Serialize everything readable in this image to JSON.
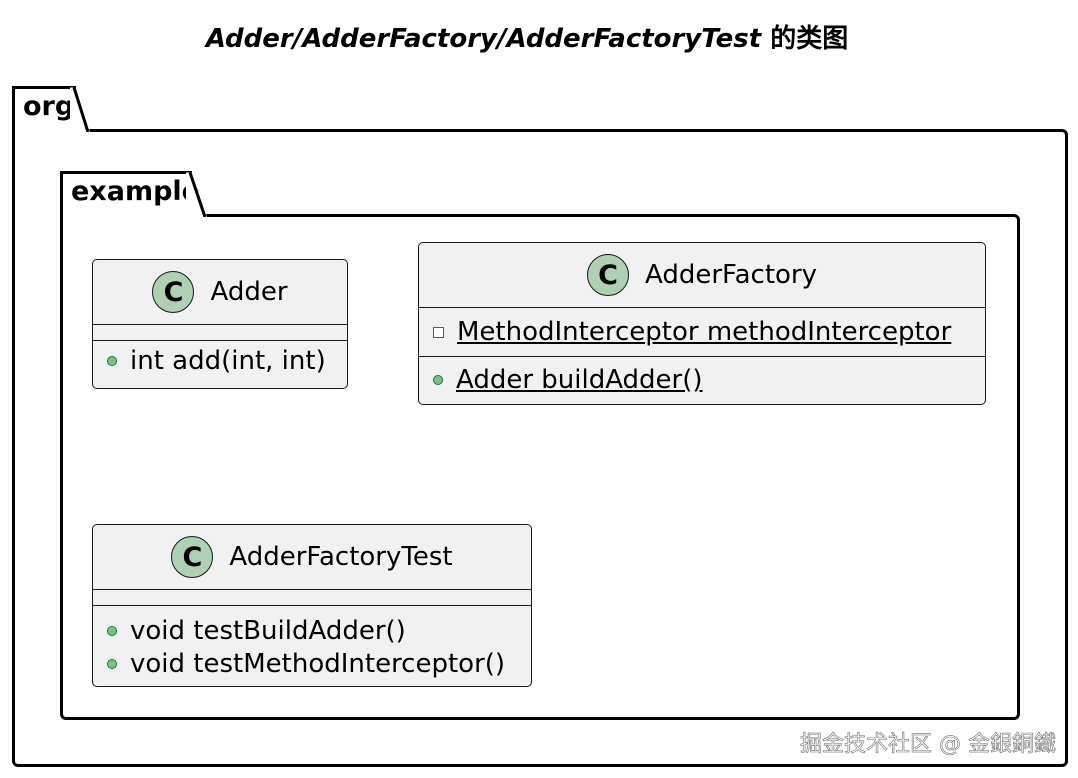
{
  "title": {
    "italic_part": "Adder/AdderFactory/AdderFactoryTest",
    "suffix": " 的类图"
  },
  "packages": {
    "outer": {
      "name": "org"
    },
    "inner": {
      "name": "example"
    }
  },
  "classes": {
    "adder": {
      "badge": "C",
      "name": "Adder",
      "fields": [],
      "methods": [
        {
          "visibility": "public",
          "text": "int add(int, int)",
          "static": false
        }
      ]
    },
    "adder_factory": {
      "badge": "C",
      "name": "AdderFactory",
      "fields": [
        {
          "visibility": "private",
          "text": "MethodInterceptor methodInterceptor",
          "static": true
        }
      ],
      "methods": [
        {
          "visibility": "public",
          "text": "Adder buildAdder()",
          "static": true
        }
      ]
    },
    "adder_factory_test": {
      "badge": "C",
      "name": "AdderFactoryTest",
      "fields": [],
      "methods": [
        {
          "visibility": "public",
          "text": "void testBuildAdder()",
          "static": false
        },
        {
          "visibility": "public",
          "text": "void testMethodInterceptor()",
          "static": false
        }
      ]
    }
  },
  "colors": {
    "class_bg": "#f1f1f1",
    "badge_bg": "#add1b2",
    "public_dot": "#84be84",
    "private_square": "#c82930"
  },
  "watermark": "掘金技术社区 @ 金銀銅鐵"
}
